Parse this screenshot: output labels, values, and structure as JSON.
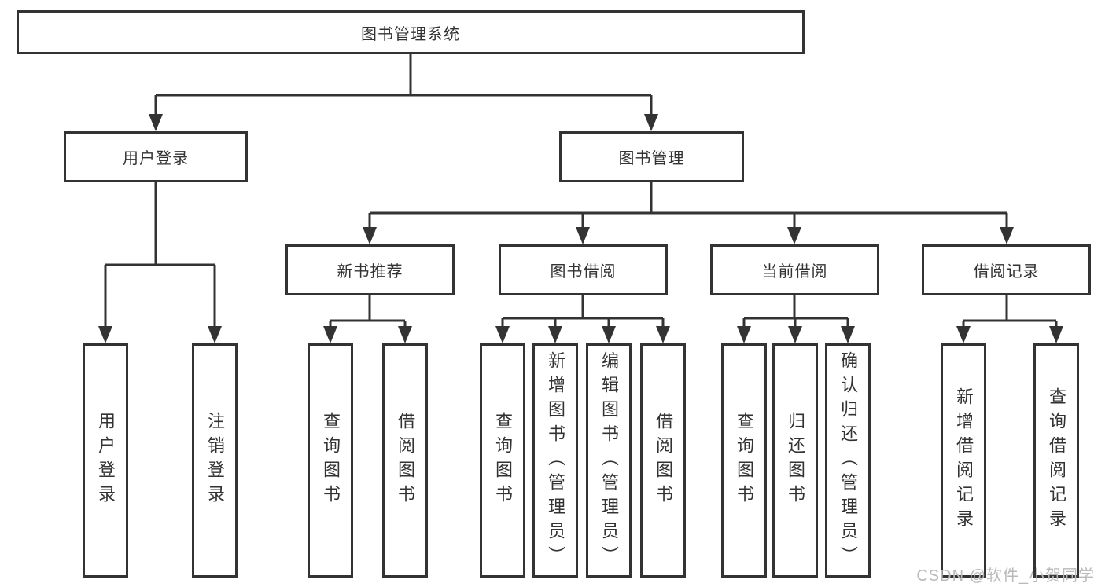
{
  "diagram": {
    "title": "图书管理系统",
    "level2": [
      {
        "label": "用户登录",
        "leaves": [
          "用户登录",
          "注销登录"
        ]
      },
      {
        "label": "图书管理",
        "sections": [
          {
            "label": "新书推荐",
            "leaves": [
              "查询图书",
              "借阅图书"
            ]
          },
          {
            "label": "图书借阅",
            "leaves": [
              "查询图书",
              "新增图书（管理员）",
              "编辑图书（管理员）",
              "借阅图书"
            ]
          },
          {
            "label": "当前借阅",
            "leaves": [
              "查询图书",
              "归还图书",
              "确认归还（管理员）"
            ]
          },
          {
            "label": "借阅记录",
            "leaves": [
              "新增借阅记录",
              "查询借阅记录"
            ]
          }
        ]
      }
    ],
    "colors": {
      "line": "#333333",
      "text": "#333333",
      "box_background": "#ffffff",
      "watermark": "#b9b9b9"
    },
    "watermark": "CSDN @软件_小贺同学"
  }
}
